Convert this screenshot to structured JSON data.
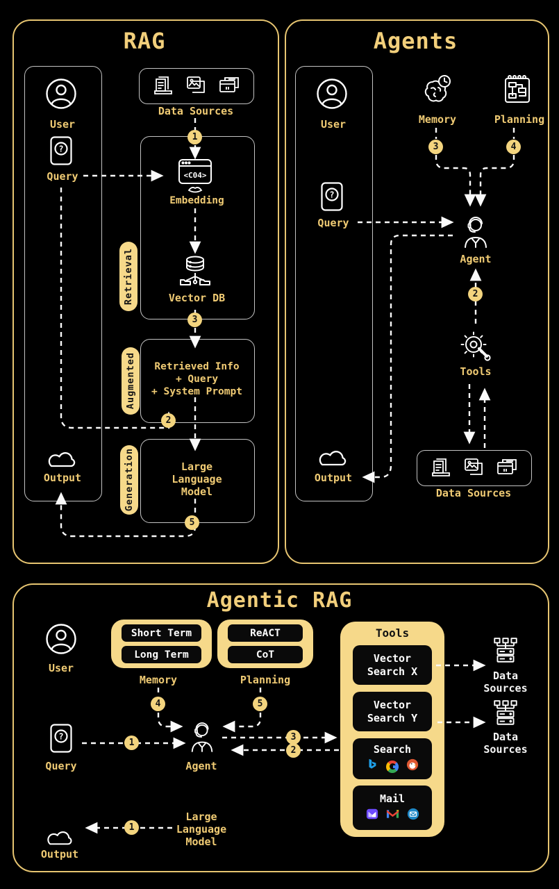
{
  "colors": {
    "background": "#000000",
    "gold_text": "#f0cb74",
    "gold_fill": "#f6d98a",
    "panel_border_gold": "#e7c571",
    "box_border": "#c4c4c4",
    "white_text": "#f5f5f5",
    "badge_fill": "#f3d47e",
    "connector": "#fafafa"
  },
  "icons": {
    "query_glyph": "?",
    "embedding_code": "<C04>"
  },
  "rag": {
    "title": "RAG",
    "user": "User",
    "query": "Query",
    "output": "Output",
    "data_sources": "Data Sources",
    "embedding": "Embedding",
    "vector_db": "Vector DB",
    "retrieval": "Retrieval",
    "augmented": "Augmented",
    "generation": "Generation",
    "augmented_lines": [
      "Retrieved Info",
      "+ Query",
      "+ System Prompt"
    ],
    "llm_lines": [
      "Large",
      "Language",
      "Model"
    ],
    "badges": {
      "step1": "1",
      "step2": "2",
      "step3": "3",
      "step5": "5"
    }
  },
  "agents": {
    "title": "Agents",
    "user": "User",
    "query": "Query",
    "output": "Output",
    "memory": "Memory",
    "planning": "Planning",
    "agent": "Agent",
    "tools": "Tools",
    "data_sources": "Data Sources",
    "badges": {
      "step2": "2",
      "step3": "3",
      "step4": "4"
    }
  },
  "agentic": {
    "title": "Agentic RAG",
    "user": "User",
    "query": "Query",
    "output": "Output",
    "memory": "Memory",
    "planning": "Planning",
    "agent": "Agent",
    "tools": "Tools",
    "memory_items": [
      "Short Term",
      "Long Term"
    ],
    "planning_items": [
      "ReACT",
      "CoT"
    ],
    "tool_vsx_lines": [
      "Vector",
      "Search X"
    ],
    "tool_vsy_lines": [
      "Vector",
      "Search Y"
    ],
    "search_label": "Search",
    "mail_label": "Mail",
    "search_icons": [
      "bing",
      "google",
      "duckduckgo"
    ],
    "mail_icons": [
      "protonmail",
      "gmail",
      "email"
    ],
    "ds1_lines": [
      "Data",
      "Sources"
    ],
    "ds2_lines": [
      "Data",
      "Sources"
    ],
    "llm_lines": [
      "Large",
      "Language",
      "Model"
    ],
    "badges": {
      "query_step": "1",
      "output_step": "1",
      "step2": "2",
      "step3": "3",
      "step4": "4",
      "step5": "5"
    }
  }
}
